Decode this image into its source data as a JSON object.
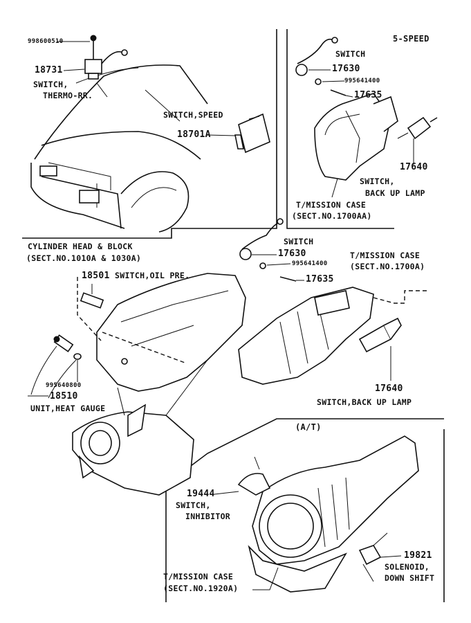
{
  "sections": {
    "manual_5speed": {
      "title": "5-SPEED",
      "callouts": {
        "switch_label": "SWITCH",
        "switch_part": "17630",
        "washer_part": "995641400",
        "pin_part": "17635",
        "backup_part": "17640",
        "backup_label_1": "SWITCH,",
        "backup_label_2": "BACK UP LAMP",
        "case_label_1": "T/MISSION CASE",
        "case_label_2": "(SECT.NO.1700AA)"
      }
    },
    "top_left": {
      "bolt_part": "998600510",
      "thermo_part": "18731",
      "thermo_label_1": "SWITCH,",
      "thermo_label_2": "THERMO-RR.",
      "speed_label": "SWITCH,SPEED",
      "speed_part": "18701A"
    },
    "engine": {
      "head_label_1": "CYLINDER HEAD & BLOCK",
      "head_label_2": "(SECT.NO.1010A & 1030A)",
      "oil_part": "18501",
      "oil_label": "SWITCH,OIL PRE.",
      "gasket_part": "995640800",
      "heat_part": "18510",
      "heat_label": "UNIT,HEAT GAUGE"
    },
    "manual_4speed": {
      "switch_label": "SWITCH",
      "switch_part": "17630",
      "washer_part": "995641400",
      "pin_part": "17635",
      "case_label_1": "T/MISSION CASE",
      "case_label_2": "(SECT.NO.1700A)",
      "backup_part": "17640",
      "backup_label": "SWITCH,BACK UP LAMP"
    },
    "automatic": {
      "title": "(A/T)",
      "inhibitor_part": "19444",
      "inhibitor_label_1": "SWITCH,",
      "inhibitor_label_2": "INHIBITOR",
      "solenoid_part": "19821",
      "solenoid_label_1": "SOLENOID,",
      "solenoid_label_2": "DOWN SHIFT",
      "case_label_1": "T/MISSION CASE",
      "case_label_2": "(SECT.NO.1920A)"
    }
  }
}
